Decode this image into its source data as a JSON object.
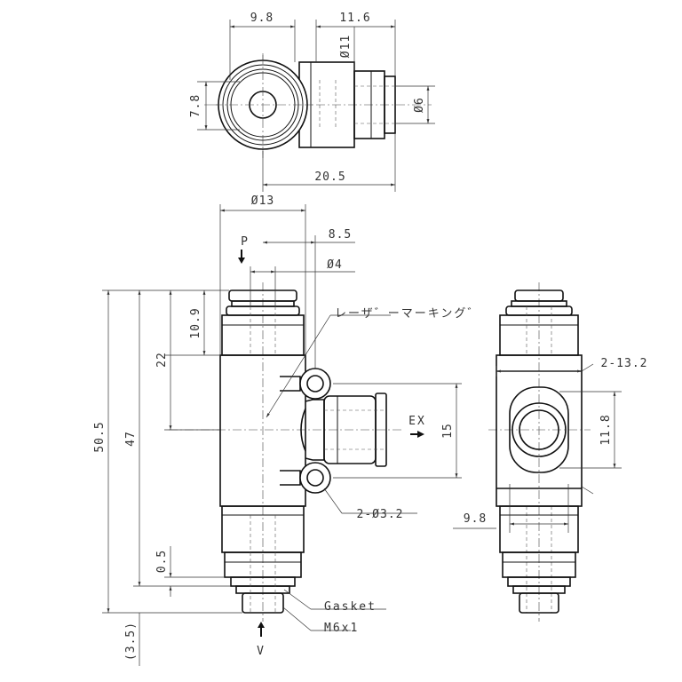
{
  "dimensions": {
    "top_body_width": "9.8",
    "top_fitting_length": "11.6",
    "top_fitting_dia": "Ø11",
    "top_height": "7.8",
    "top_tube_dia": "Ø6",
    "top_total": "20.5",
    "body_dia": "Ø13",
    "port_offset": "8.5",
    "p_port_dia": "Ø4",
    "p_fitting_height": "10.9",
    "ex_height": "22",
    "total_length": "47",
    "overall_length": "50.5",
    "ex_pitch": "15",
    "gasket_gap": "0.5",
    "thread_length": "(3.5)",
    "mount_hole_pitch": "2-13.2",
    "boss_height": "11.8",
    "side_offset": "9.8",
    "mount_holes": "2-Ø3.2"
  },
  "labels": {
    "port_p": "P",
    "port_v": "V",
    "port_ex": "EX",
    "laser_marking": "レーザ゛ーマーキング゛",
    "gasket": "Gasket",
    "thread": "M6x1"
  }
}
